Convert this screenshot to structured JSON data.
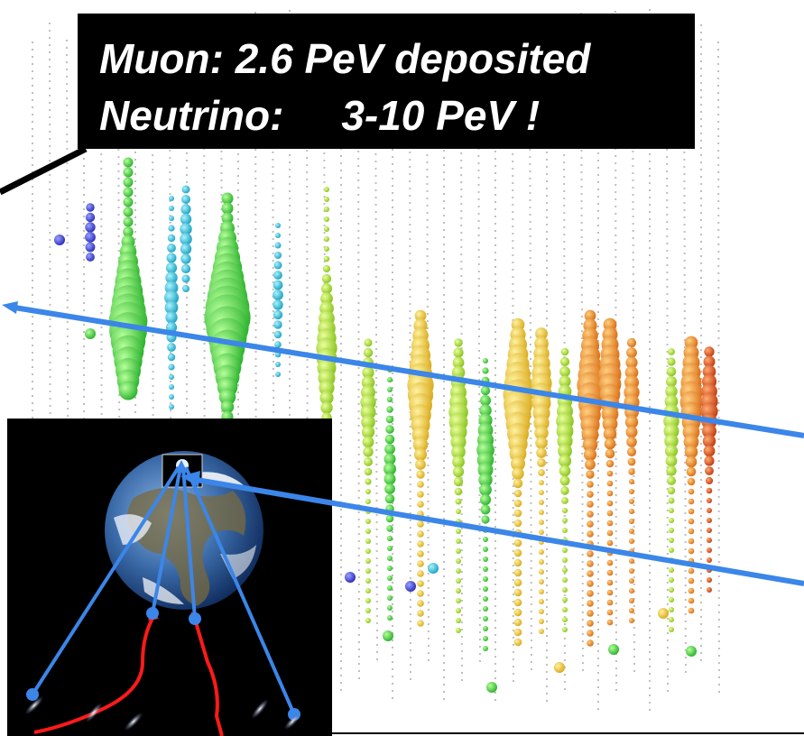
{
  "caption": {
    "line1": "Muon: 2.6 PeV deposited",
    "line2": "Neutrino:     3-10 PeV !"
  },
  "colors": {
    "caption_bg": "#000000",
    "caption_text": "#ffffff",
    "track": "#3b86e8",
    "cosmic_ray_path": "#ff1a1a",
    "space": "#000000"
  },
  "scene": {
    "icons": [
      "event-display",
      "muon-track",
      "earth-globe",
      "detector-marker",
      "cosmic-ray-paths",
      "galaxies"
    ]
  }
}
